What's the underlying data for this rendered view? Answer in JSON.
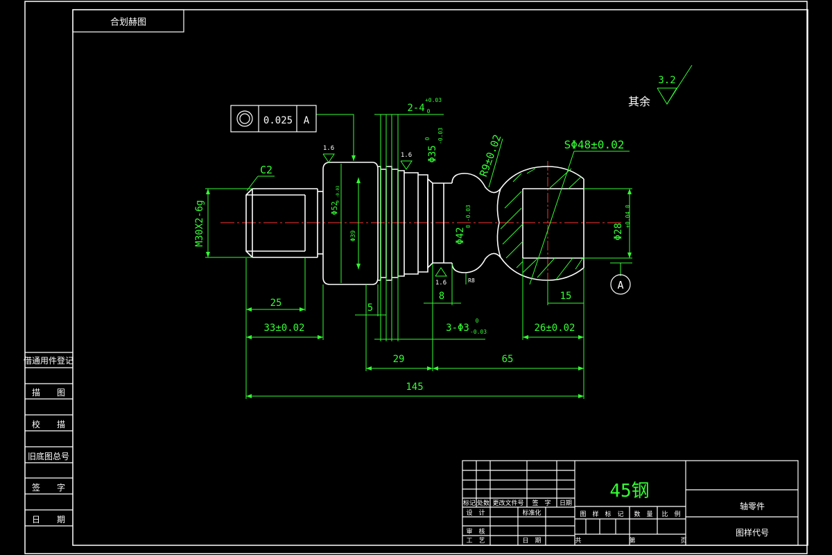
{
  "title_block_top": {
    "label": "合划赫图"
  },
  "left_column": {
    "items": [
      "借通用件登记",
      "描　　图",
      "校　　描",
      "旧底图总号",
      "签　　字",
      "日　　期"
    ]
  },
  "title_block": {
    "material": "45钢",
    "part_name": "轴零件",
    "drawing_code": "图样代号",
    "header_row": [
      "标记",
      "处数",
      "更改文件号",
      "签　字",
      "日期"
    ],
    "design": "设　计",
    "standardize": "标准化",
    "review": "审　核",
    "process": "工　艺",
    "date": "日　期",
    "stage_labels": [
      "图　样　标　记",
      "数　量",
      "比　例"
    ],
    "sheet_total": "共",
    "sheet_no": "第",
    "page": "页"
  },
  "annotations": {
    "roughness_other": "其余",
    "roughness_value": "3.2",
    "tolerance_symbol": "◎",
    "tolerance_value": "0.025",
    "datum": "A",
    "datum_circle": "A",
    "chamfer": "C2",
    "thread": "M30X2-6g",
    "sphere": "SΦ48±0.02",
    "radius": "R9±0.02",
    "groove_width": "2-4",
    "groove_width_tol": "+0.03",
    "groove_width_tol_zero": "0",
    "d35": "Φ35",
    "d35_tol_up": "0",
    "d35_tol_down": "-0.03",
    "d52": "Φ52",
    "d52_tol": "0 -0.03",
    "d39": "Φ39",
    "d42": "Φ42",
    "d42_tol": "0 -0.03",
    "d28": "Φ28",
    "d28_tol": "+0.04 0",
    "r8": "R8",
    "rough_16a": "1.6",
    "rough_16b": "1.6",
    "rough_16c": "1.6",
    "dim_25": "25",
    "dim_33": "33±0.02",
    "dim_5": "5",
    "dim_8": "8",
    "dim_3phi3": "3-Φ3",
    "dim_3phi3_tol_up": "0",
    "dim_3phi3_tol_down": "-0.03",
    "dim_26": "26±0.02",
    "dim_15": "15",
    "dim_29": "29",
    "dim_65": "65",
    "dim_145": "145"
  },
  "colors": {
    "frame": "#ffffff",
    "dimension": "#33ff33",
    "centerline": "#ff3333",
    "hatch": "#33ff33"
  }
}
